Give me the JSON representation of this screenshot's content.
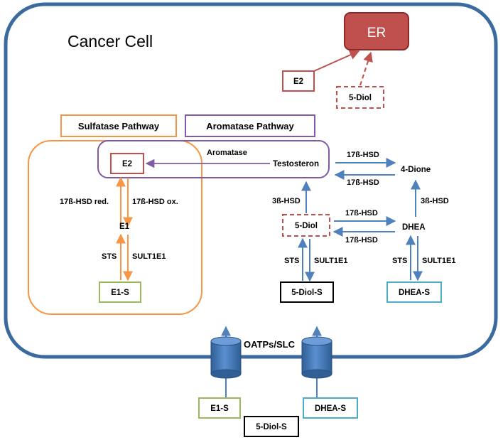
{
  "title": "Cancer Cell",
  "receptor": "ER",
  "pathways": {
    "sulfatase": "Sulfatase Pathway",
    "aromatase": "Aromatase Pathway"
  },
  "molecules": {
    "e2_top": "E2",
    "diol_top": "5-Diol",
    "e2": "E2",
    "testosteron": "Testosteron",
    "dione": "4-Dione",
    "diol": "5-Diol",
    "dhea": "DHEA",
    "e1": "E1",
    "e1s": "E1-S",
    "diols": "5-Diol-S",
    "dheas": "DHEA-S",
    "e1s_out": "E1-S",
    "dheas_out": "DHEA-S",
    "diols_out": "5-Diol-S"
  },
  "enzymes": {
    "aromatase": "Aromatase",
    "hsd17b_1": "17ß-HSD",
    "hsd17b_2": "17ß-HSD",
    "hsd17b_3": "17ß-HSD",
    "hsd17b_4": "17ß-HSD",
    "hsd3b_left": "3ß-HSD",
    "hsd3b_right": "3ß-HSD",
    "hsd17b_red": "17ß-HSD red.",
    "hsd17b_ox": "17ß-HSD ox.",
    "sts_1": "STS",
    "sult_1": "SULT1E1",
    "sts_2": "STS",
    "sult_2": "SULT1E1",
    "sts_3": "STS",
    "sult_3": "SULT1E1"
  },
  "transporter": "OATPs/SLC",
  "colors": {
    "cell_border": "#3a6a9e",
    "er_fill": "#c0504d",
    "er_border": "#8c2a2a",
    "red": "#c0504d",
    "orange": "#f79646",
    "purple": "#7f5aa6",
    "blue_arrow": "#4f81bd",
    "green": "#9bbb59",
    "cyan": "#4bacc6",
    "black": "#000000"
  }
}
